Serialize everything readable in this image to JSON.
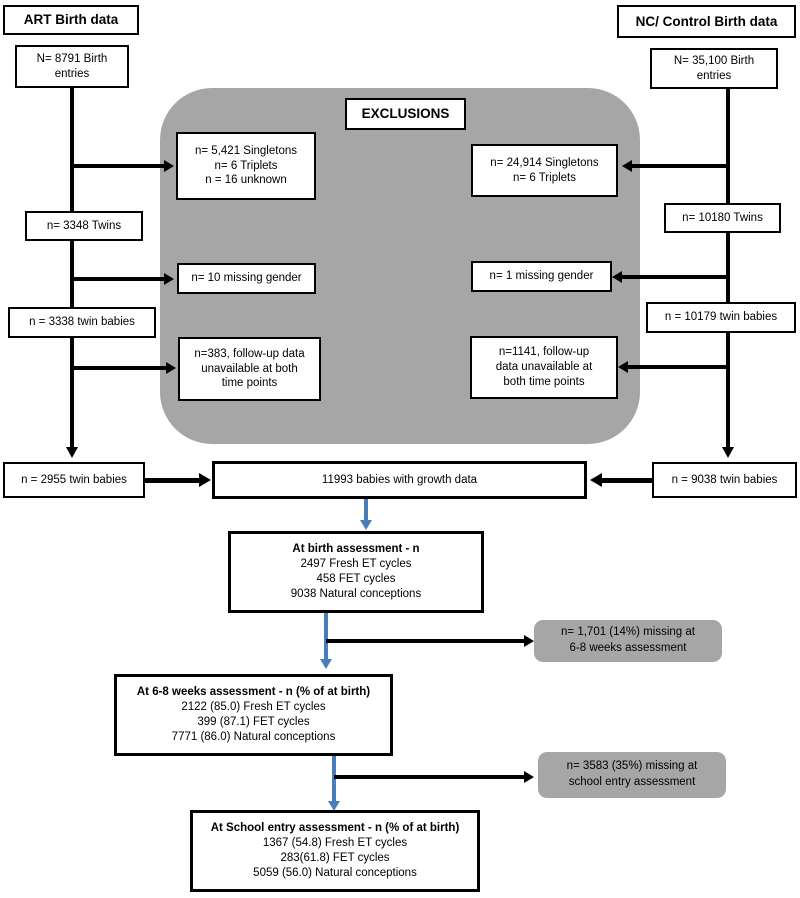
{
  "figure": {
    "type": "flowchart",
    "title": "Twin birth cohort participant flow diagram",
    "colors": {
      "exclusion_panel": "#a6a6a6",
      "missing_box": "#a6a6a6",
      "connector": "#000000",
      "blue_connector": "#4a7ebb",
      "box_border": "#000000",
      "background": "#ffffff"
    }
  },
  "art_arm": {
    "header": "ART Birth data",
    "entries": {
      "line1": "N= 8791 Birth",
      "line2": "entries"
    },
    "twins": "n= 3348 Twins",
    "twin_babies": "n = 3338 twin babies",
    "final_twin_babies": "n = 2955 twin babies"
  },
  "control_arm": {
    "header": "NC/ Control Birth data",
    "entries": {
      "line1": "N= 35,100 Birth",
      "line2": "entries"
    },
    "twins": "n= 10180 Twins",
    "twin_babies": "n = 10179 twin babies",
    "final_twin_babies": "n = 9038 twin babies"
  },
  "exclusions": {
    "panel_title": "EXCLUSIONS",
    "art": {
      "singletons": {
        "line1": "n= 5,421 Singletons",
        "line2": "n= 6 Triplets",
        "line3": "n = 16 unknown"
      },
      "missing_gender": "n= 10 missing gender",
      "followup": {
        "line1": "n=383, follow-up data",
        "line2": "unavailable at both",
        "line3": "time points"
      }
    },
    "control": {
      "singletons": {
        "line1": "n= 24,914 Singletons",
        "line2": "n= 6 Triplets"
      },
      "missing_gender": "n= 1 missing gender",
      "followup": {
        "line1": "n=1141, follow-up",
        "line2": "data unavailable at",
        "line3": "both time points"
      }
    }
  },
  "combined": {
    "growth_data": "11993 babies with growth data"
  },
  "assessments": [
    {
      "id": "at-birth",
      "title": "At birth assessment - n",
      "rows": [
        "2497 Fresh ET cycles",
        "458 FET cycles",
        "9038 Natural conceptions"
      ]
    },
    {
      "id": "six-eight-weeks",
      "title": "At 6-8 weeks assessment - n (% of at birth)",
      "rows": [
        "2122 (85.0) Fresh ET cycles",
        "399 (87.1) FET cycles",
        "7771 (86.0) Natural conceptions"
      ]
    },
    {
      "id": "school-entry",
      "title": "At School entry assessment - n (% of at birth)",
      "rows": [
        "1367 (54.8) Fresh ET cycles",
        "283(61.8) FET cycles",
        "5059 (56.0) Natural conceptions"
      ]
    }
  ],
  "missing": [
    {
      "id": "missing-six-eight-weeks",
      "line1": "n= 1,701 (14%) missing at",
      "line2": "6-8 weeks assessment"
    },
    {
      "id": "missing-school-entry",
      "line1": "n= 3583 (35%) missing at",
      "line2": "school entry assessment"
    }
  ]
}
